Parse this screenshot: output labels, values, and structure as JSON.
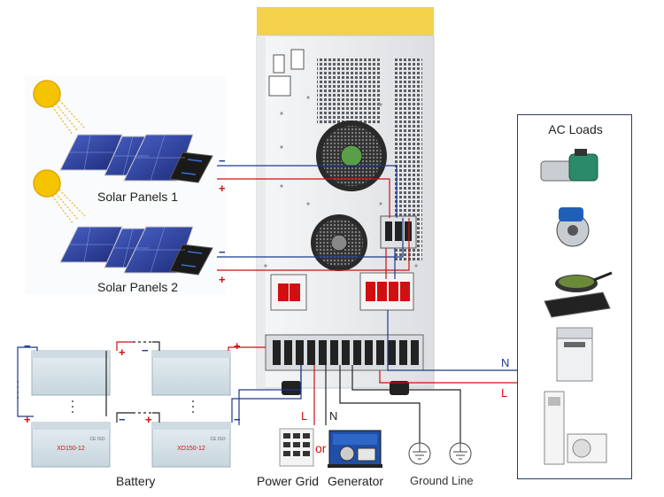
{
  "labels": {
    "solar_panels_1": "Solar Panels 1",
    "solar_panels_2": "Solar Panels 2",
    "battery": "Battery",
    "power_grid": "Power Grid",
    "or": "or",
    "generator": "Generator",
    "ground_line": "Ground Line",
    "ac_loads": "AC Loads"
  },
  "wire_labels": {
    "n_right": "N",
    "l_right": "L",
    "l_bottom": "L",
    "n_bottom": "N"
  },
  "signs": {
    "minus": "−",
    "plus": "+"
  },
  "battery_text": {
    "model": "XD150-12",
    "marks": "CE ISO"
  },
  "colors": {
    "wire_red": "#d01010",
    "wire_blue": "#1a3a8a",
    "wire_black": "#222222",
    "sun": "#f5c400",
    "panel": "#2c3f9a",
    "battery_body": "#d8e3ea",
    "inverter_body": "#eef0f2",
    "inverter_top": "#e8c020"
  }
}
